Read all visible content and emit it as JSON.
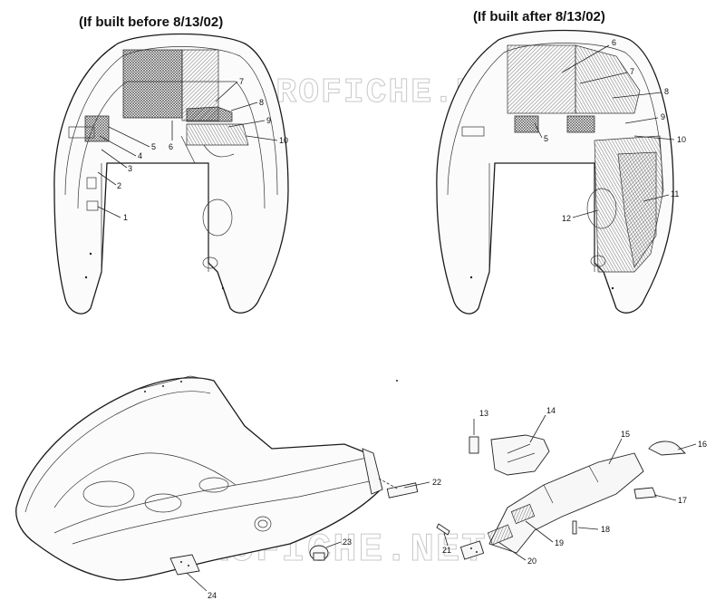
{
  "captions": {
    "left": "(If built before 8/13/02)",
    "right": "(If built after 8/13/02)"
  },
  "watermarks": {
    "top": "MICROFICHE.NET",
    "bottom": "MICROFICHE.NET"
  },
  "callouts_before": [
    "1",
    "2",
    "3",
    "4",
    "5",
    "6",
    "7",
    "8",
    "9",
    "10"
  ],
  "callouts_after": [
    "5",
    "6",
    "7",
    "8",
    "9",
    "10",
    "11",
    "12"
  ],
  "callouts_bottom": [
    "13",
    "14",
    "15",
    "16",
    "17",
    "18",
    "19",
    "20",
    "21",
    "22",
    "23",
    "24"
  ]
}
